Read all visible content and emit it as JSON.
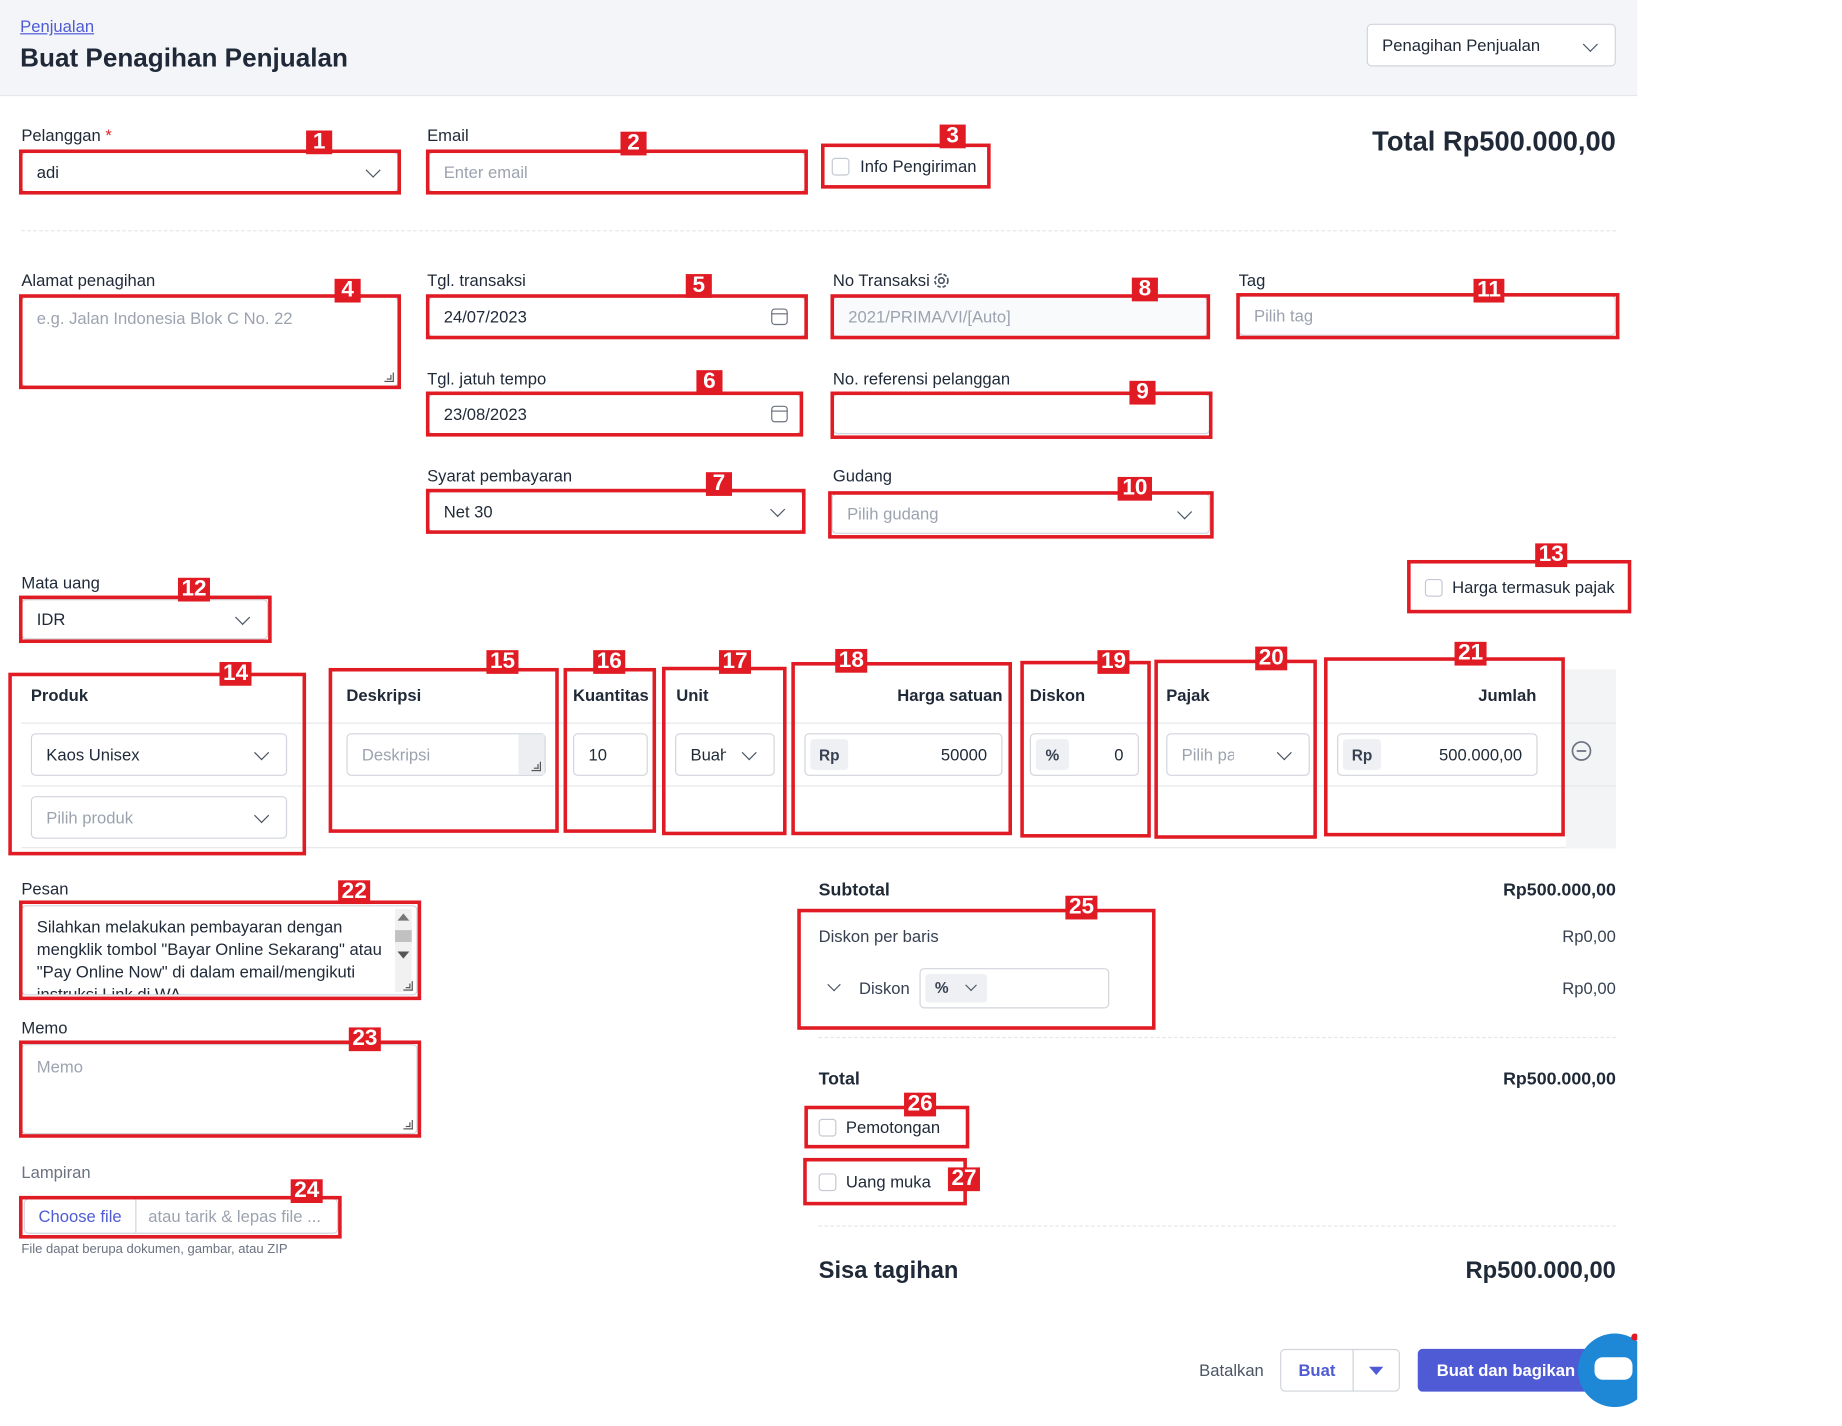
{
  "header": {
    "breadcrumb": "Penjualan",
    "title": "Buat Penagihan Penjualan",
    "type_select": "Penagihan Penjualan"
  },
  "form": {
    "pelanggan_label": "Pelanggan",
    "pelanggan_req": "*",
    "pelanggan_value": "adi",
    "email_label": "Email",
    "email_placeholder": "Enter email",
    "info_pengiriman": "Info Pengiriman",
    "total_label": "Total Rp500.000,00",
    "alamat_label": "Alamat penagihan",
    "alamat_placeholder": "e.g. Jalan Indonesia Blok C No. 22",
    "tgl_transaksi_label": "Tgl. transaksi",
    "tgl_transaksi_value": "24/07/2023",
    "no_transaksi_label": "No Transaksi",
    "no_transaksi_value": "2021/PRIMA/VI/[Auto]",
    "tag_label": "Tag",
    "tag_placeholder": "Pilih tag",
    "tgl_jatuh_tempo_label": "Tgl. jatuh tempo",
    "tgl_jatuh_tempo_value": "23/08/2023",
    "no_referensi_label": "No. referensi pelanggan",
    "syarat_label": "Syarat pembayaran",
    "syarat_value": "Net 30",
    "gudang_label": "Gudang",
    "gudang_placeholder": "Pilih gudang",
    "mata_uang_label": "Mata uang",
    "mata_uang_value": "IDR",
    "harga_pajak": "Harga termasuk pajak"
  },
  "table": {
    "headers": {
      "produk": "Produk",
      "deskripsi": "Deskripsi",
      "kuantitas": "Kuantitas",
      "unit": "Unit",
      "harga": "Harga satuan",
      "diskon": "Diskon",
      "pajak": "Pajak",
      "jumlah": "Jumlah"
    },
    "row": {
      "produk": "Kaos Unisex",
      "deskripsi_placeholder": "Deskripsi",
      "kuantitas": "10",
      "unit": "Buah",
      "harga_prefix": "Rp",
      "harga": "50000",
      "diskon_prefix": "%",
      "diskon": "0",
      "pajak_placeholder": "Pilih pajak",
      "jumlah_prefix": "Rp",
      "jumlah": "500.000,00"
    },
    "new_row_placeholder": "Pilih produk"
  },
  "left": {
    "pesan_label": "Pesan",
    "pesan_lines": [
      "Silahkan melakukan pembayaran dengan",
      "mengklik tombol \"Bayar Online Sekarang\" atau",
      "\"Pay Online Now\" di dalam email/mengikuti",
      "instruksi Link di WA"
    ],
    "memo_label": "Memo",
    "memo_placeholder": "Memo",
    "lampiran_label": "Lampiran",
    "choose_file": "Choose file",
    "drag_text": "atau tarik & lepas file ...",
    "file_hint": "File dapat berupa dokumen, gambar, atau ZIP"
  },
  "summary": {
    "subtotal_label": "Subtotal",
    "subtotal_value": "Rp500.000,00",
    "diskon_baris_label": "Diskon per baris",
    "diskon_baris_value": "Rp0,00",
    "diskon_label": "Diskon",
    "diskon_unit": "%",
    "diskon_value": "Rp0,00",
    "total_label": "Total",
    "total_value": "Rp500.000,00",
    "pemotongan": "Pemotongan",
    "uang_muka": "Uang muka",
    "sisa_label": "Sisa tagihan",
    "sisa_value": "Rp500.000,00"
  },
  "footer": {
    "batalkan": "Batalkan",
    "buat": "Buat",
    "buat_bagikan": "Buat dan bagikan"
  },
  "annotations": [
    "1",
    "2",
    "3",
    "4",
    "5",
    "6",
    "7",
    "8",
    "9",
    "10",
    "11",
    "12",
    "13",
    "14",
    "15",
    "16",
    "17",
    "18",
    "19",
    "20",
    "21",
    "22",
    "23",
    "24",
    "25",
    "26",
    "27"
  ],
  "colors": {
    "accent": "#4f5bd5",
    "annotation": "#e01b24",
    "chat": "#1e88d6"
  }
}
